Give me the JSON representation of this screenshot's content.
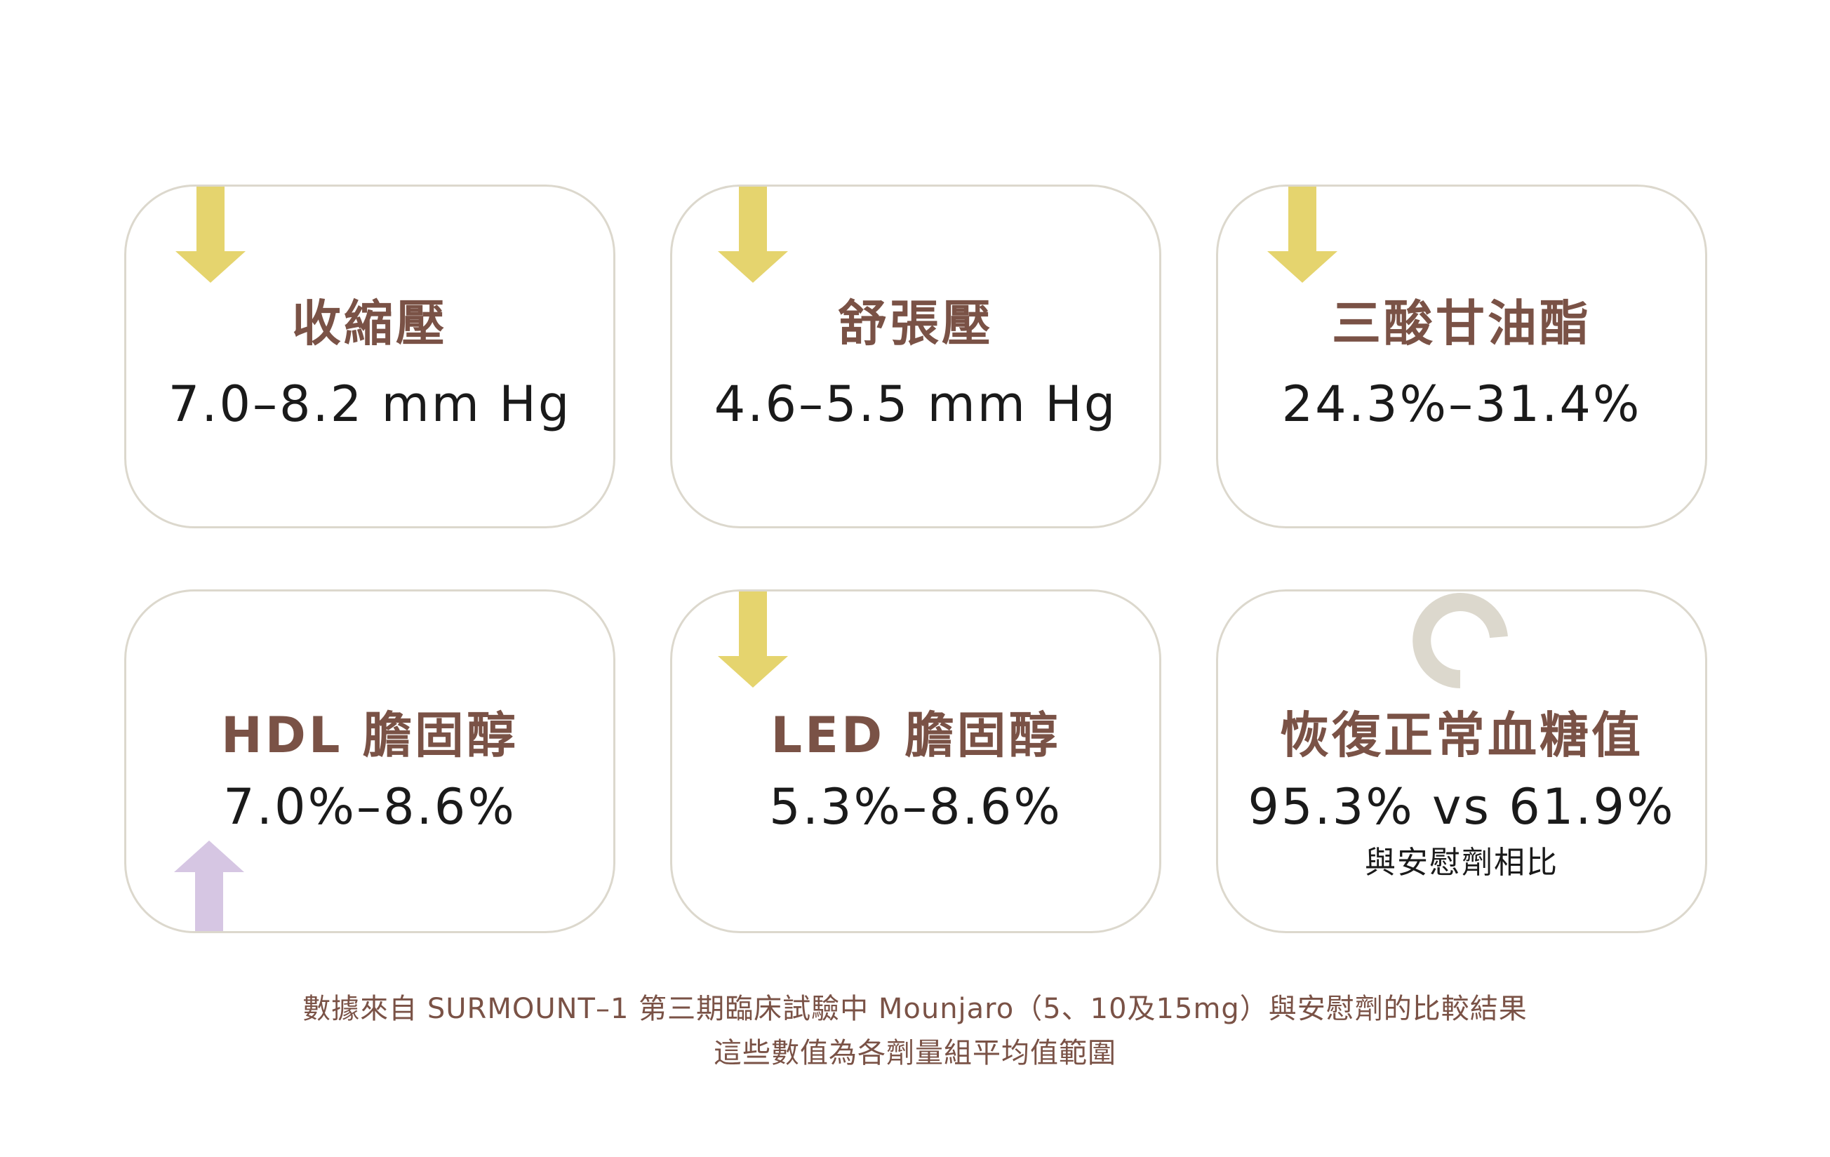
{
  "colors": {
    "title": "#7a5246",
    "value": "#1a1a1a",
    "card_border": "#dcd8cd",
    "arrow_down": "#e5d46e",
    "arrow_up": "#d6c6e3",
    "spinner": "#dcd8cd"
  },
  "cards": [
    {
      "title": "收縮壓",
      "value": "7.0–8.2 mm Hg",
      "indicator": "down-arrow-icon"
    },
    {
      "title": "舒張壓",
      "value": "4.6–5.5 mm Hg",
      "indicator": "down-arrow-icon"
    },
    {
      "title": "三酸甘油酯",
      "value": "24.3%–31.4%",
      "indicator": "down-arrow-icon"
    },
    {
      "title": "HDL 膽固醇",
      "value": "7.0%–8.6%",
      "indicator": "up-arrow-icon"
    },
    {
      "title": "LED 膽固醇",
      "value": "5.3%–8.6%",
      "indicator": "down-arrow-icon"
    },
    {
      "title": "恢復正常血糖值",
      "value": "95.3% vs 61.9%",
      "note": "與安慰劑相比",
      "indicator": "loading-spinner-icon"
    }
  ],
  "footnote": {
    "line1": "數據來自 SURMOUNT–1 第三期臨床試驗中 Mounjaro（5、10及15mg）與安慰劑的比較結果",
    "line2": "這些數值為各劑量組平均值範圍"
  }
}
